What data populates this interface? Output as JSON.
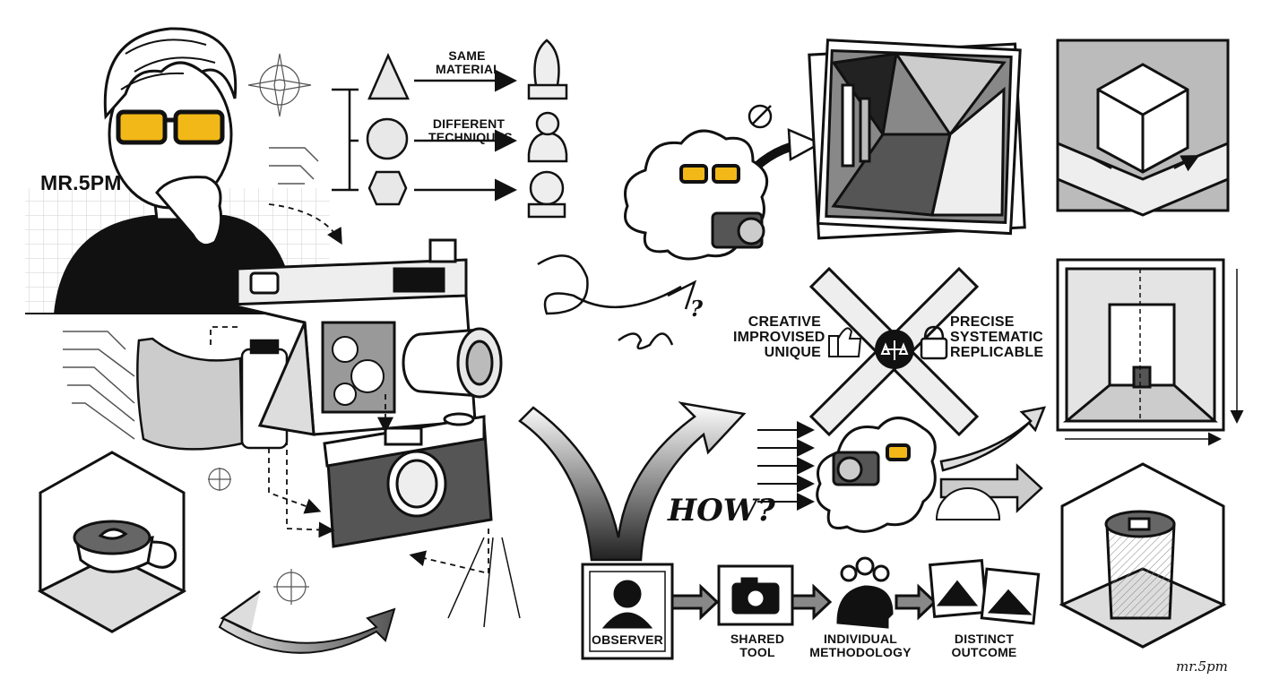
{
  "brand": {
    "name": "MR.5PM",
    "signature": "mr.5pm"
  },
  "concept": {
    "material_label": "SAME MATERIAL",
    "techniques_label": "DIFFERENT TECHNIQUES"
  },
  "traits": {
    "left": [
      "CREATIVE",
      "IMPROVISED",
      "UNIQUE"
    ],
    "right": [
      "PRECISE",
      "SYSTEMATIC",
      "REPLICABLE"
    ]
  },
  "question": {
    "how": "HOW?",
    "mark": "?"
  },
  "flow": {
    "steps": [
      {
        "label": "OBSERVER",
        "icon": "person-icon"
      },
      {
        "label": "SHARED TOOL",
        "icon": "camera-icon"
      },
      {
        "label": "INDIVIDUAL METHODOLOGY",
        "icon": "thinking-head-icon"
      },
      {
        "label": "DISTINCT OUTCOME",
        "icon": "photos-icon"
      }
    ]
  },
  "colors": {
    "accent": "#f2b817",
    "ink": "#111111",
    "paper": "#ffffff",
    "grey": "#9a9a9a"
  }
}
